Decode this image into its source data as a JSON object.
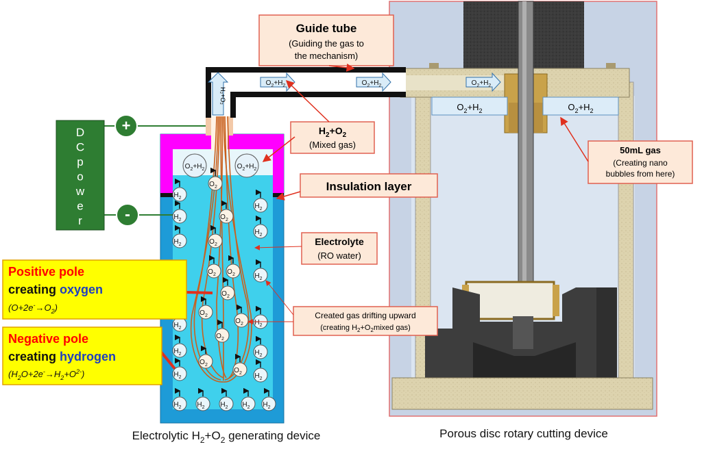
{
  "colors": {
    "electrolyte": "#37c8e6",
    "outer_case": "#1e9bd7",
    "insulation": "#ff00ff",
    "dc_box": "#2e7d32",
    "electrode": "#c8601e",
    "note_fill": "#fde9d9",
    "note_border": "#e06050",
    "yellow_box": "#ffff00",
    "red_text": "#ff0000",
    "blue_text": "#1f3fbf",
    "cutting_bg": "#c5d2e4",
    "sand": "#d9cfa8",
    "dark_metal": "#3a3a3a"
  },
  "dc_power": {
    "label": "DC power",
    "chars": [
      "D",
      "C",
      "p",
      "o",
      "w",
      "e",
      "r"
    ],
    "plus": "+",
    "minus": "-"
  },
  "guide_tube": {
    "title": "Guide tube",
    "line1": "(Guiding the gas to",
    "line2": "the mechanism)"
  },
  "mixed_gas": {
    "h": "H",
    "h_sub": "2",
    "plus": "+O",
    "o_sub": "2",
    "note": "(Mixed gas)"
  },
  "insulation_label": "Insulation layer",
  "electrolyte": {
    "title": "Electrolyte",
    "note": "(RO water)"
  },
  "positive_pole": {
    "line1": "Positive pole",
    "line2a": "creating ",
    "line2b": "oxygen",
    "eq_open": "(O+2e",
    "eq_sup": "-",
    "eq_arrow": "→O",
    "eq_sub": "2",
    "eq_close": ")"
  },
  "negative_pole": {
    "line1": "Negative pole",
    "line2a": "creating ",
    "line2b": "hydrogen",
    "eq_a": "(H",
    "eq_sub1": "2",
    "eq_b": "O+2e",
    "eq_sup1": "-",
    "eq_c": "→H",
    "eq_sub2": "2",
    "eq_d": "+O",
    "eq_sup2": "2-",
    "eq_e": ")"
  },
  "drift": {
    "line1": "Created gas drifting upward",
    "line2a": "(creating H",
    "sub1": "2",
    "line2b": "+O",
    "sub2": "2",
    "line2c": "mixed gas)"
  },
  "gas_50ml": {
    "title": "50mL gas",
    "line1": "(Creating nano",
    "line2": "bubbles from here)"
  },
  "labels": {
    "o2h2_a": "O",
    "o2h2_sub1": "2",
    "o2h2_b": "+H",
    "o2h2_sub2": "2",
    "h2o_vertical": "H₂+O₂",
    "h": "H",
    "two": "2",
    "o": "O"
  },
  "captions": {
    "left_a": "Electrolytic H",
    "left_sub1": "2",
    "left_b": "+O",
    "left_sub2": "2",
    "left_c": " generating device",
    "right": "Porous disc rotary cutting device"
  }
}
